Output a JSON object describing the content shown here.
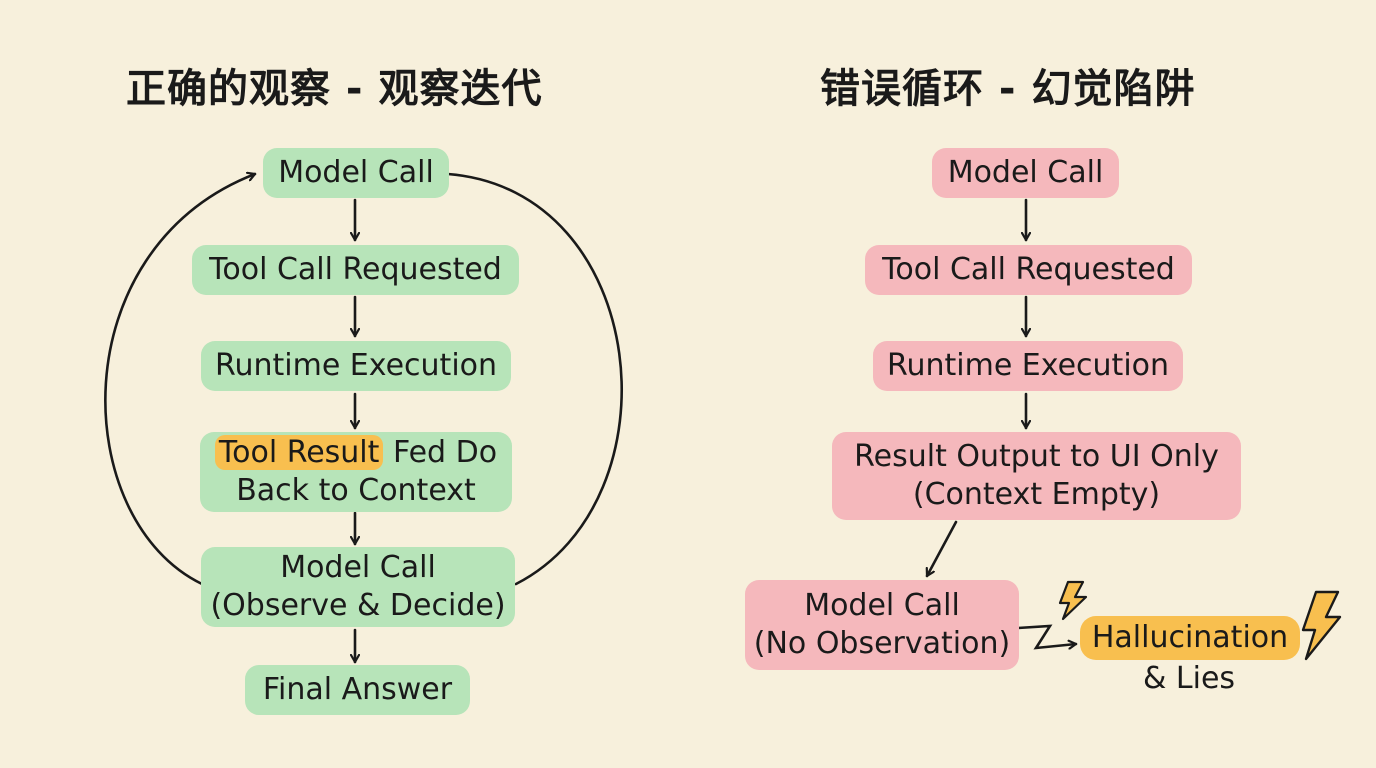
{
  "left": {
    "title": "正确的观察 - 观察迭代",
    "nodes": {
      "model_call": "Model Call",
      "tool_call_requested": "Tool Call Requested",
      "runtime_execution": "Runtime Execution",
      "tool_result_highlight": "Tool Result",
      "tool_result_rest": " Fed Do",
      "tool_result_line2": "Back to Context",
      "observe_line1": "Model Call",
      "observe_line2": "(Observe & Decide)",
      "final_answer": "Final Answer"
    }
  },
  "right": {
    "title": "错误循环 - 幻觉陷阱",
    "nodes": {
      "model_call": "Model Call",
      "tool_call_requested": "Tool Call Requested",
      "runtime_execution": "Runtime Execution",
      "result_line1": "Result Output to UI Only",
      "result_line2": "(Context Empty)",
      "no_obs_line1": "Model Call",
      "no_obs_line2": "(No Observation)",
      "hallucination": "Hallucination",
      "lies": "& Lies"
    }
  },
  "colors": {
    "background": "#f7f0dc",
    "success_node": "#b7e4b9",
    "failure_node": "#f5b8bc",
    "highlight": "#f8bf4f"
  },
  "icons": [
    "lightning-bolt-icon"
  ]
}
